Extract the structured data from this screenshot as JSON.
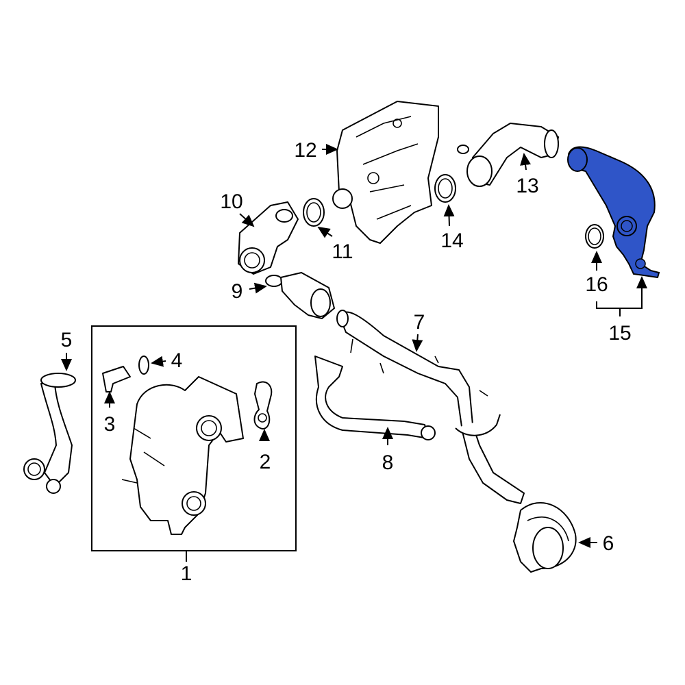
{
  "diagram": {
    "highlight_color": "#2f55c8",
    "highlighted_part": "15",
    "callouts": [
      "1",
      "2",
      "3",
      "4",
      "5",
      "6",
      "7",
      "8",
      "9",
      "10",
      "11",
      "12",
      "13",
      "14",
      "15",
      "16"
    ]
  }
}
